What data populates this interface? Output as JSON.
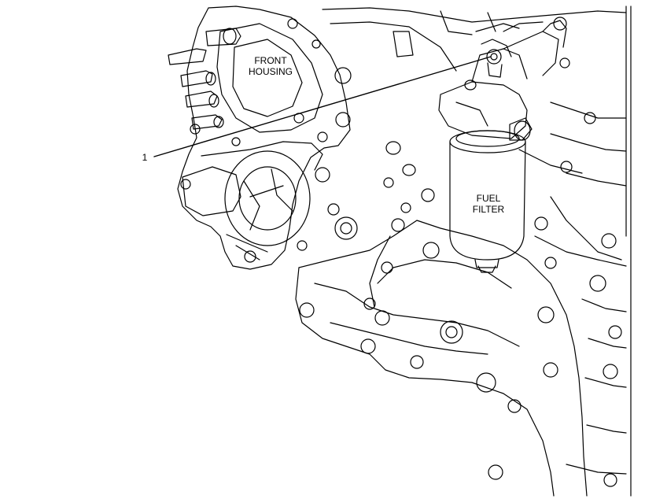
{
  "diagram": {
    "labels": {
      "front_housing": [
        "FRONT",
        "HOUSING"
      ],
      "fuel_filter": [
        "FUEL",
        "FILTER"
      ],
      "callout_1": "1"
    },
    "colors": {
      "line": "#000000",
      "background": "#ffffff"
    }
  }
}
